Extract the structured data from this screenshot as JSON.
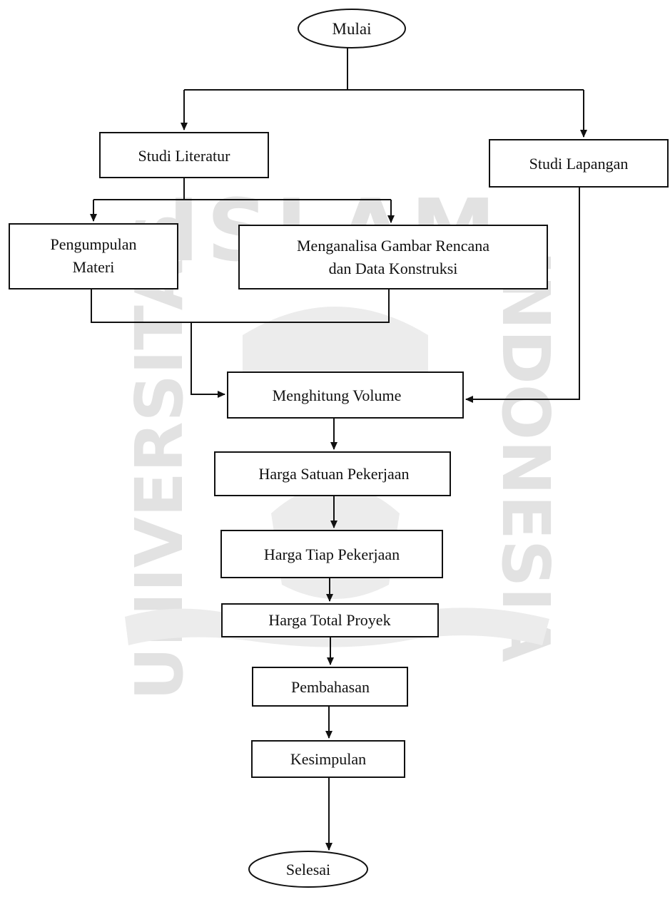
{
  "colors": {
    "ink": "#111111",
    "background": "#ffffff",
    "watermark": "#e2e2e2"
  },
  "watermark": {
    "top_text": "ISLAM",
    "left_text": "UNIVERSITAS",
    "right_text": "INDONESIA",
    "bottom_script": "Arabic script banner (logo)"
  },
  "flowchart": {
    "start": "Mulai",
    "studi_literatur": "Studi Literatur",
    "studi_lapangan": "Studi Lapangan",
    "pengumpulan": [
      "Pengumpulan",
      "Materi"
    ],
    "menganalisa": [
      "Menganalisa Gambar Rencana",
      "dan Data Konstruksi"
    ],
    "menghitung_volume": "Menghitung Volume",
    "harga_satuan": "Harga Satuan Pekerjaan",
    "harga_tiap": "Harga Tiap Pekerjaan",
    "harga_total": "Harga Total Proyek",
    "pembahasan": "Pembahasan",
    "kesimpulan": "Kesimpulan",
    "end": "Selesai"
  }
}
